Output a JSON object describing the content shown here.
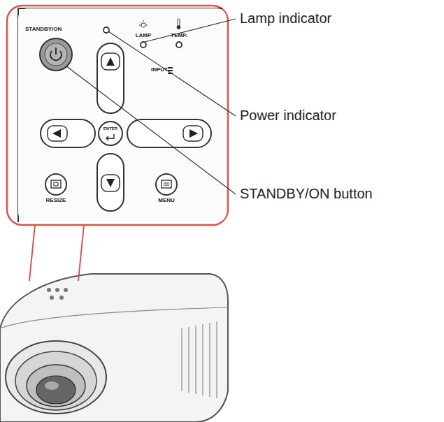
{
  "diagram": {
    "labels": [
      "Lamp indicator",
      "Power indicator",
      "STANDBY/ON button",
      "STANDBY/ON",
      "LAMP",
      "TEMP.",
      "INPUT",
      "ENTER",
      "RESIZE",
      "MENU"
    ]
  }
}
